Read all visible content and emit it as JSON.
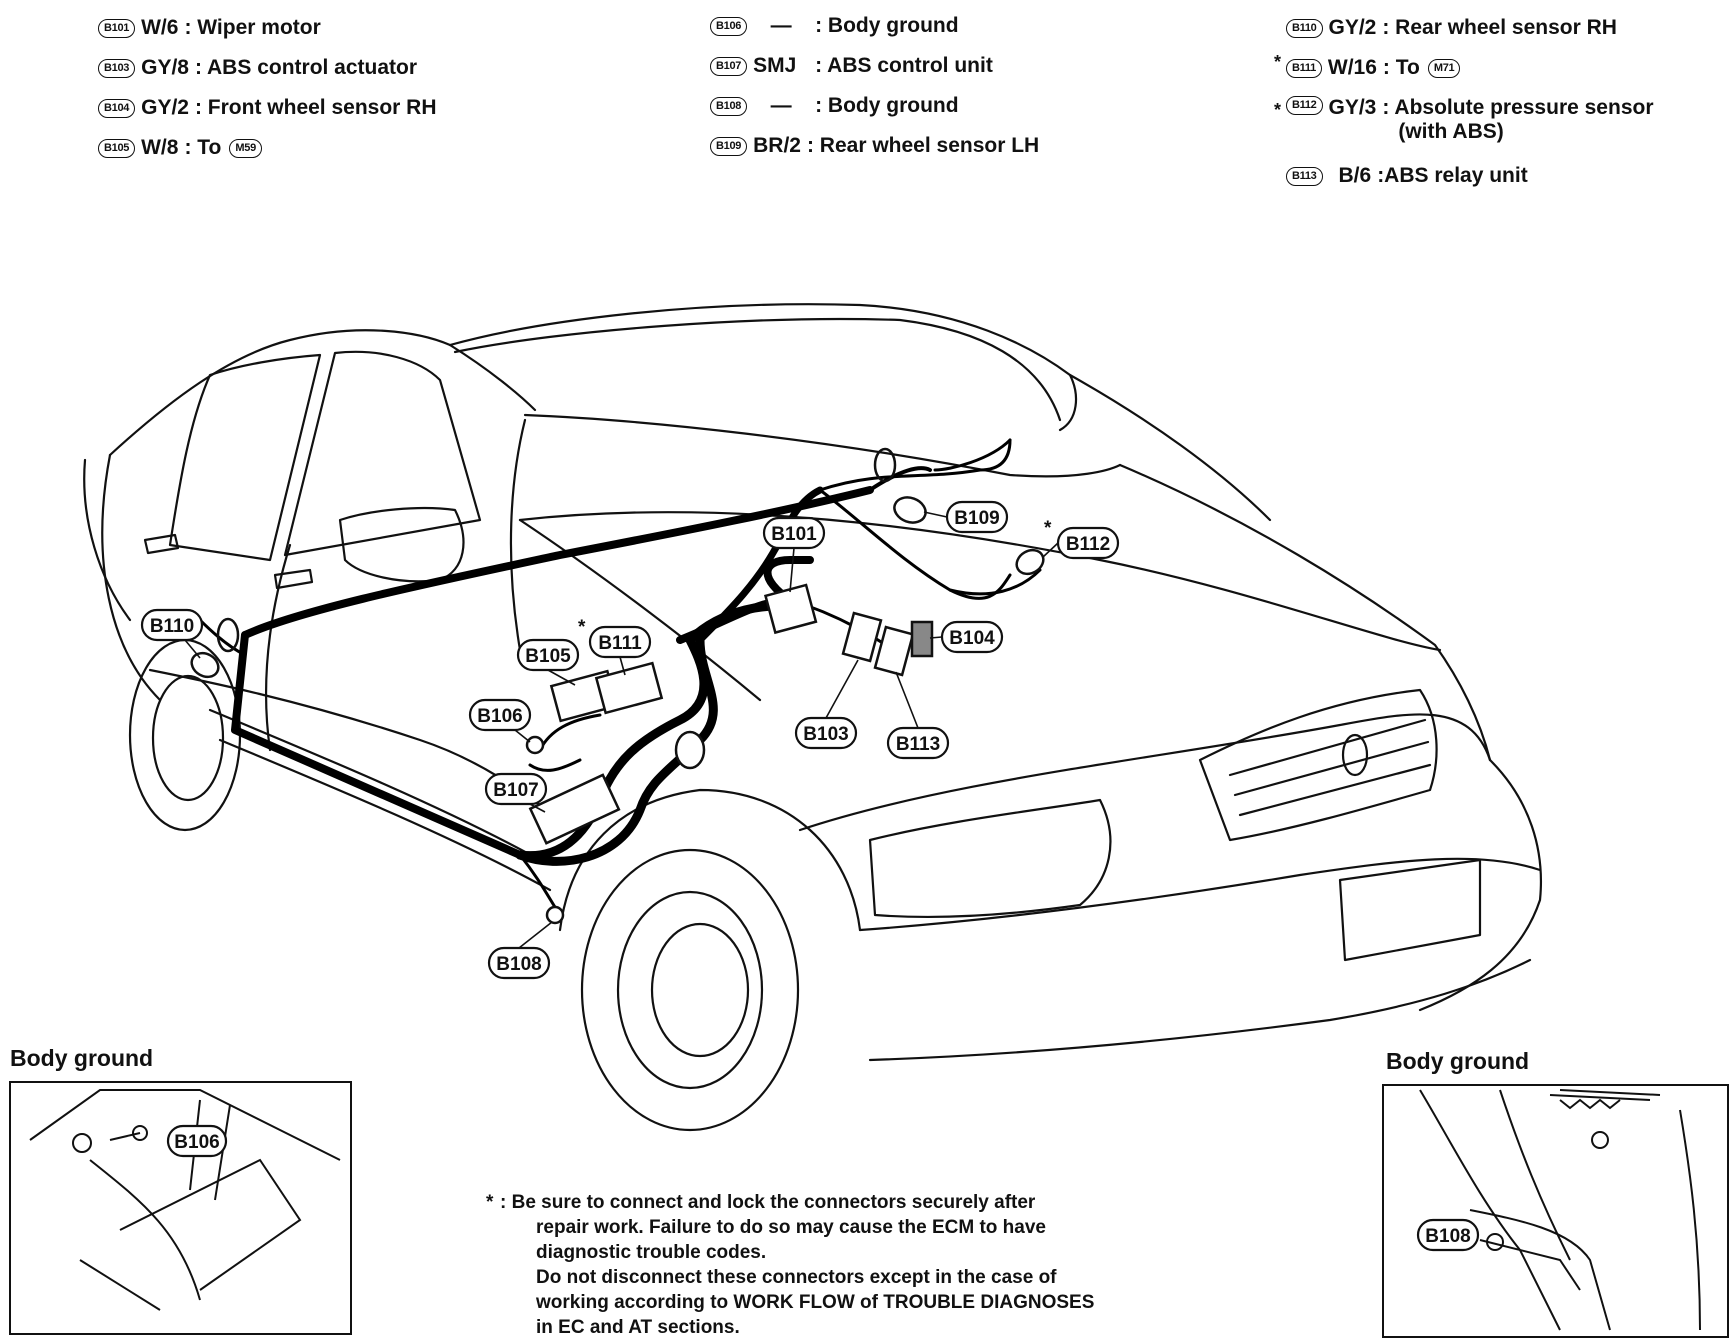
{
  "legend": {
    "col1": [
      {
        "id": "B101",
        "wire": "W/6",
        "desc": ": Wiper motor"
      },
      {
        "id": "B103",
        "wire": "GY/8",
        "desc": ": ABS control actuator"
      },
      {
        "id": "B104",
        "wire": "GY/2",
        "desc": ": Front wheel sensor RH"
      },
      {
        "id": "B105",
        "wire": "W/8",
        "desc": ": To",
        "ref": "M59"
      }
    ],
    "col2": [
      {
        "id": "B106",
        "wire": "—",
        "desc": ": Body ground"
      },
      {
        "id": "B107",
        "wire": "SMJ",
        "desc": ": ABS control unit"
      },
      {
        "id": "B108",
        "wire": "—",
        "desc": ": Body ground"
      },
      {
        "id": "B109",
        "wire": "BR/2",
        "desc": ": Rear wheel sensor LH"
      }
    ],
    "col3": [
      {
        "id": "B110",
        "wire": "GY/2",
        "desc": ": Rear wheel sensor RH"
      },
      {
        "id": "B111",
        "star": "*",
        "wire": "W/16",
        "desc": ": To",
        "ref": "M71"
      },
      {
        "id": "B112",
        "star": "*",
        "wire": "GY/3",
        "desc": ": Absolute pressure sensor",
        "desc2": "(with ABS)"
      },
      {
        "id": "B113",
        "wire": "B/6",
        "desc": ":ABS relay unit"
      }
    ]
  },
  "callouts": {
    "b101": "B101",
    "b103": "B103",
    "b104": "B104",
    "b105": "B105",
    "b106": "B106",
    "b107": "B107",
    "b108": "B108",
    "b109": "B109",
    "b110": "B110",
    "b111": "B111",
    "b112": "B112",
    "b113": "B113",
    "star": "*"
  },
  "insets": {
    "left": {
      "title": "Body ground",
      "label": "B106"
    },
    "right": {
      "title": "Body ground",
      "label": "B108"
    }
  },
  "note": {
    "star": "*",
    "line1": ": Be sure to connect and lock the connectors securely after",
    "line2": "repair work. Failure to do so may cause the ECM to have",
    "line3": "diagnostic trouble codes.",
    "line4": "Do not disconnect these connectors except in the case of",
    "line5": "working according to WORK FLOW of TROUBLE DIAGNOSES",
    "line6": "in EC and AT sections."
  }
}
